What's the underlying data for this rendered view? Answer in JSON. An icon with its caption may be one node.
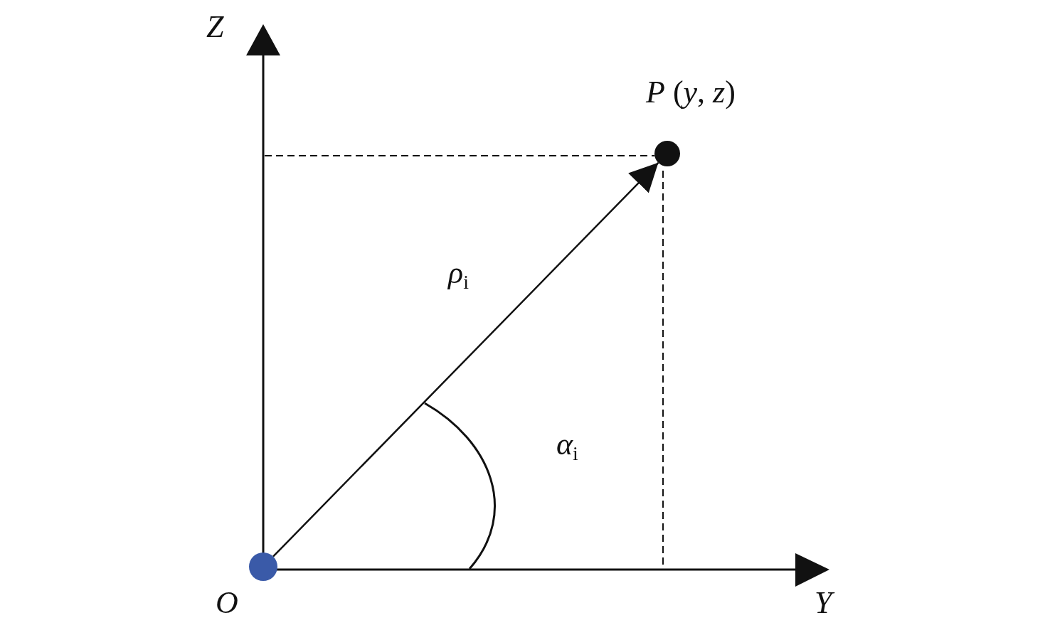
{
  "diagram": {
    "nodes": [
      {
        "text": [],
        "shape": "circle",
        "beside": [
          "O"
        ]
      },
      {
        "text": [],
        "shape": "circle",
        "beside": [
          "*P* (*y*, *z*)"
        ]
      }
    ],
    "edges": [
      {
        "from": 0,
        "to": 1,
        "arrow": "to"
      }
    ],
    "labels": [
      "Z",
      "Y",
      "*ρ*$_{i}$",
      "*α*$_{i}$"
    ]
  }
}
